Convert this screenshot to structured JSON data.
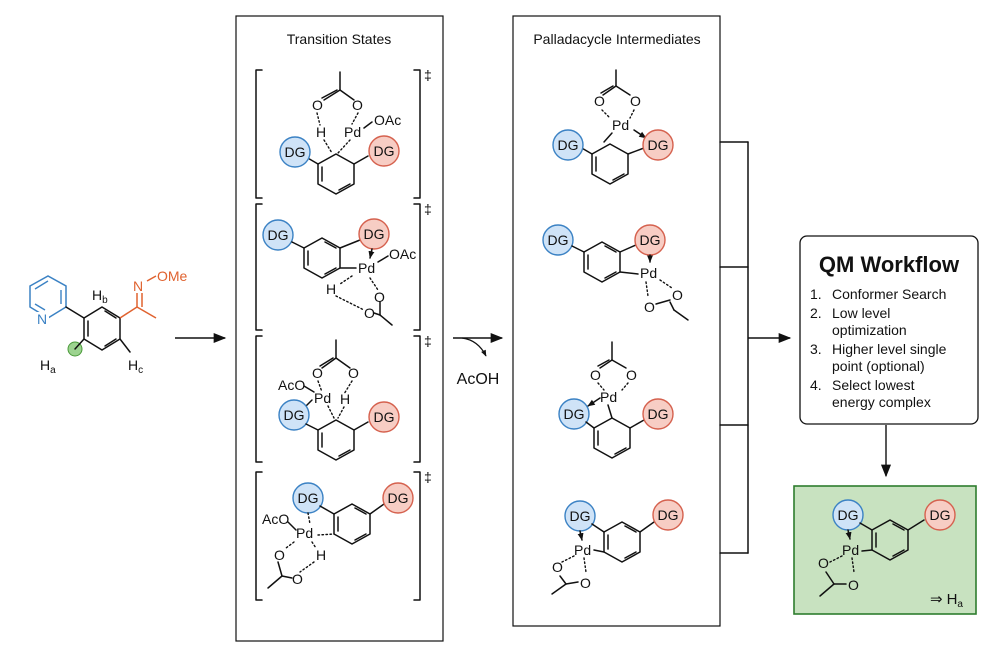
{
  "panels": {
    "transition_states_title": "Transition States",
    "intermediates_title": "Palladacycle Intermediates"
  },
  "symbols": {
    "double_dagger": "‡",
    "dg": "DG",
    "pd": "Pd",
    "oac": "OAc",
    "aco": "AcO",
    "o": "O",
    "h": "H",
    "n": "N",
    "ome": "OMe",
    "ha": "H",
    "ha_sub": "a",
    "hb": "H",
    "hb_sub": "b",
    "hc": "H",
    "hc_sub": "c"
  },
  "reagent": "AcOH",
  "qm": {
    "title": "QM Workflow",
    "steps": [
      {
        "num": "1.",
        "lines": [
          "Conformer Search"
        ]
      },
      {
        "num": "2.",
        "lines": [
          "Low level",
          "optimization"
        ]
      },
      {
        "num": "3.",
        "lines": [
          "Higher level single",
          "point (optional)"
        ]
      },
      {
        "num": "4.",
        "lines": [
          "Select lowest",
          "energy complex"
        ]
      }
    ]
  },
  "result": {
    "implies_symbol": "⇒",
    "label": "H",
    "label_sub": "a"
  },
  "colors": {
    "dg_blue_fill": "#cfe3f7",
    "dg_blue_stroke": "#3b82c4",
    "dg_red_fill": "#f7cdc4",
    "dg_red_stroke": "#d5614e",
    "pyridine_blue": "#3b82c4",
    "oxime_orange": "#e0622f",
    "result_box_fill": "#c8e2c0",
    "result_box_stroke": "#2e7d2e",
    "marked_carbon": "#9cd38f"
  }
}
